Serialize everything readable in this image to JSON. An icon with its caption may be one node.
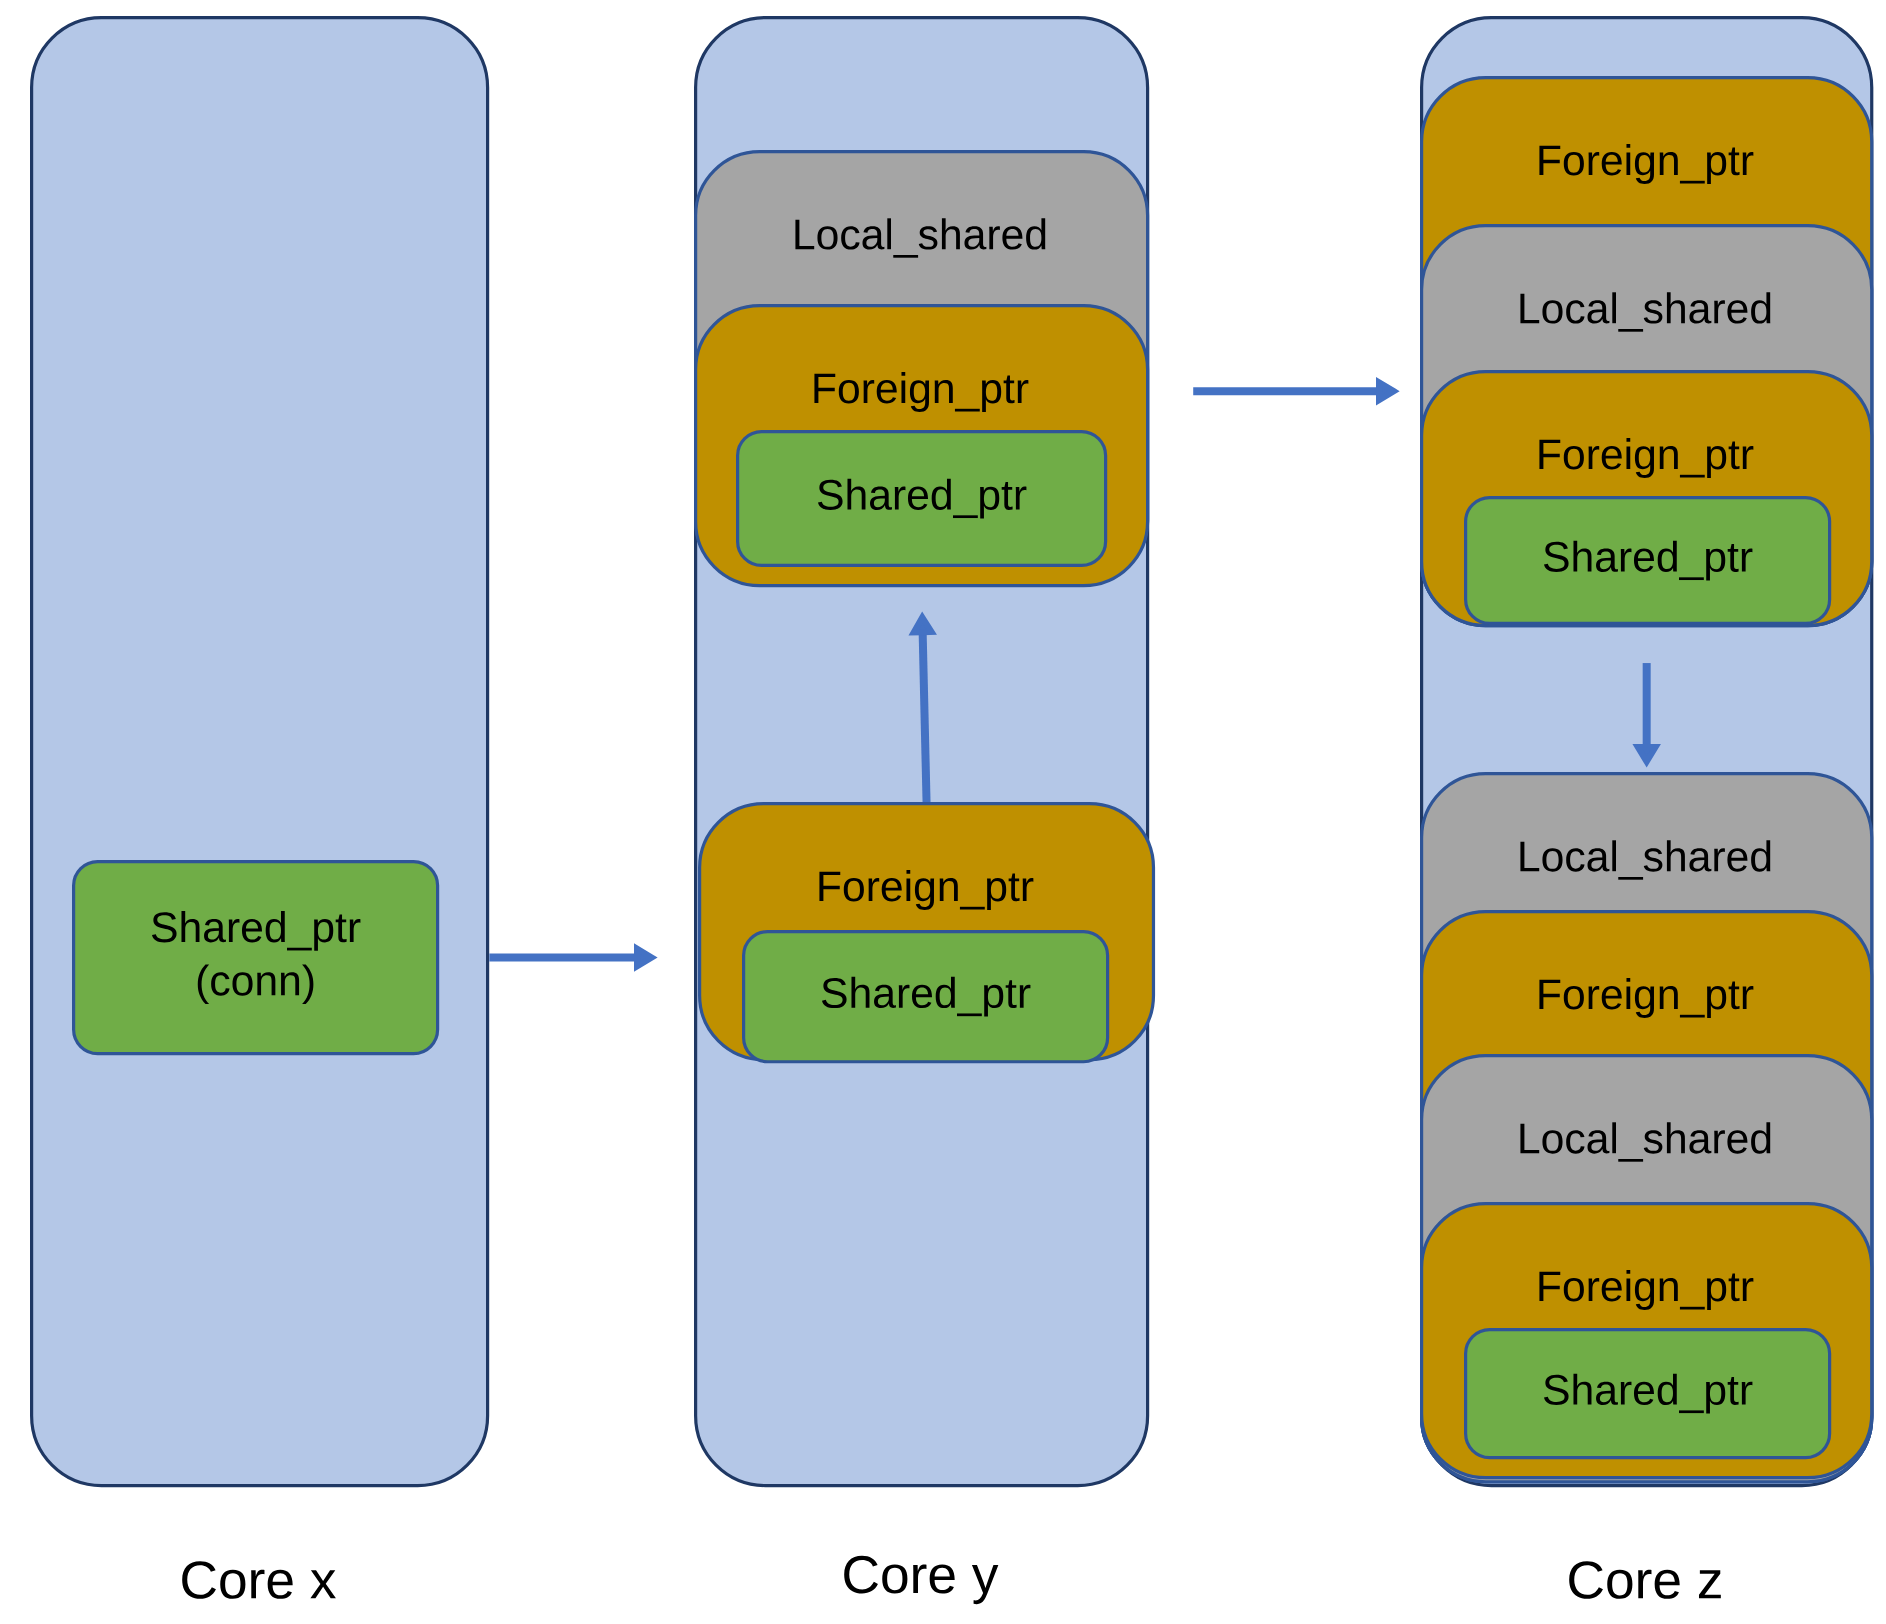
{
  "diagram": {
    "nodes": [
      {
        "text": [
          "Core x"
        ]
      },
      {
        "text": [
          "Shared_ptr (conn)"
        ],
        "in": 0
      },
      {
        "text": [
          "Core y"
        ]
      },
      {
        "text": [
          "Local_shared"
        ],
        "in": 2
      },
      {
        "text": [
          "Foreign_ptr"
        ],
        "in": 3
      },
      {
        "text": [
          "Shared_ptr"
        ],
        "in": 4
      },
      {
        "text": [
          "Foreign_ptr"
        ],
        "in": 2
      },
      {
        "text": [
          "Shared_ptr"
        ],
        "in": 6
      },
      {
        "text": [
          "Core z"
        ]
      },
      {
        "text": [
          "Foreign_ptr"
        ],
        "in": 8
      },
      {
        "text": [
          "Local_shared"
        ],
        "in": 9
      },
      {
        "text": [
          "Foreign_ptr"
        ],
        "in": 10
      },
      {
        "text": [
          "Shared_ptr"
        ],
        "in": 11
      },
      {
        "text": [
          "Local_shared"
        ],
        "in": 8
      },
      {
        "text": [
          "Foreign_ptr"
        ],
        "in": 13
      },
      {
        "text": [
          "Local_shared"
        ],
        "in": 14
      },
      {
        "text": [
          "Foreign_ptr"
        ],
        "in": 15
      },
      {
        "text": [
          "Shared_ptr"
        ],
        "in": 16
      }
    ],
    "edges": [
      {
        "from": 1,
        "to": 6,
        "arrow": "to"
      },
      {
        "from": 6,
        "to": 4,
        "arrow": "to"
      },
      {
        "from": 2,
        "to": 8,
        "arrow": "to"
      },
      {
        "from": 11,
        "to": 13,
        "arrow": "to"
      }
    ]
  }
}
